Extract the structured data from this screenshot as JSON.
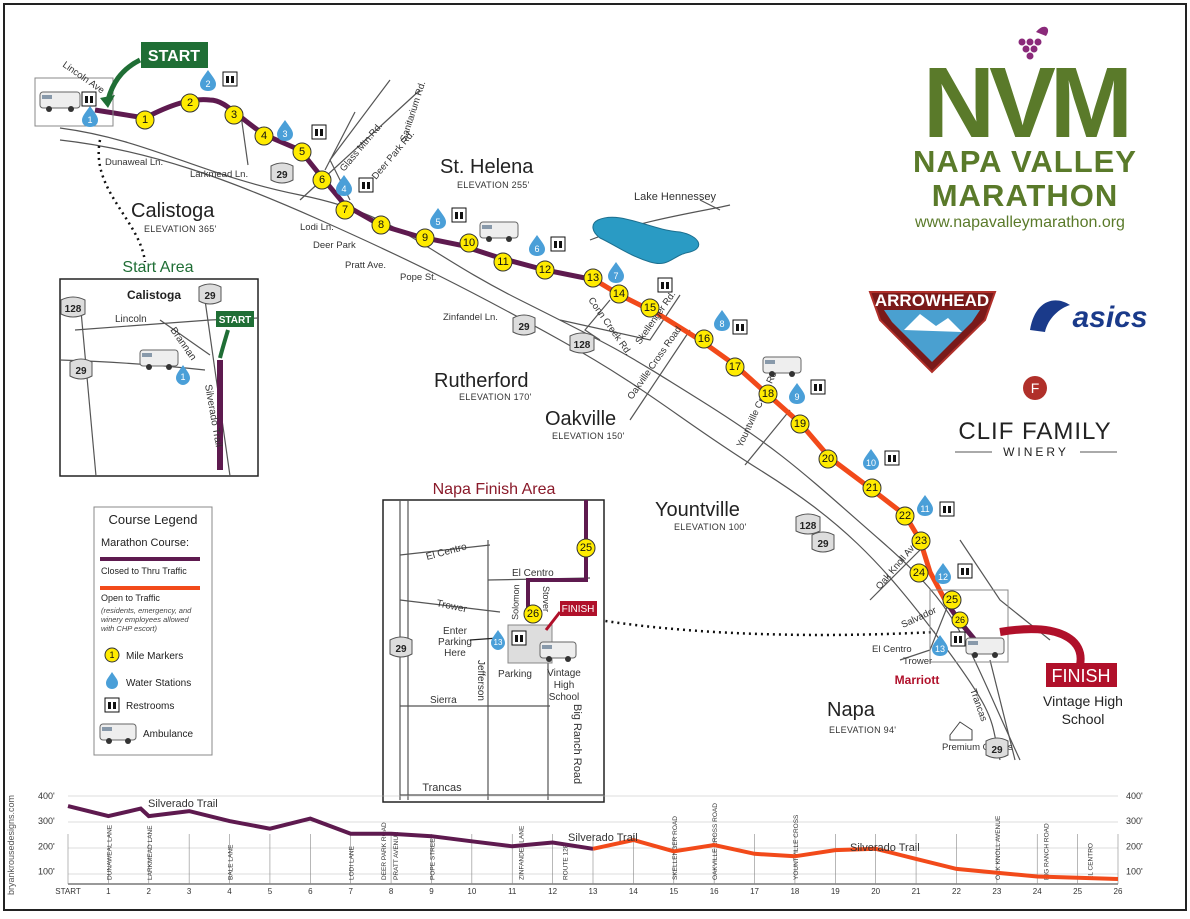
{
  "start_label": "START",
  "brand": {
    "logo_letters": "NVM",
    "line1": "NAPA VALLEY",
    "line2": "MARATHON",
    "url": "www.napavalleymarathon.org"
  },
  "sponsors": {
    "arrowhead": "ARROWHEAD",
    "asics": "asics",
    "clif_line1": "CLIF FAMILY",
    "clif_line2": "WINERY",
    "marriott": "Marriott"
  },
  "towns": [
    {
      "name": "Calistoga",
      "elev": "ELEVATION 365'"
    },
    {
      "name": "St. Helena",
      "elev": "ELEVATION 255'"
    },
    {
      "name": "Rutherford",
      "elev": "ELEVATION 170'"
    },
    {
      "name": "Oakville",
      "elev": "ELEVATION 150'"
    },
    {
      "name": "Yountville",
      "elev": "ELEVATION 100'"
    },
    {
      "name": "Napa",
      "elev": "ELEVATION 94'"
    }
  ],
  "lake": "Lake Hennessey",
  "streets": {
    "lincoln_ave": "Lincoln Ave",
    "dunaweal": "Dunaweal Ln.",
    "larkmead": "Larkmead Ln.",
    "glass_mtn": "Glass Mtn.Rd.",
    "deer_park_rd": "Deer Park Rd.",
    "sanitarium": "Sanitarium Rd.",
    "lodi": "Lodi Ln.",
    "deer_park": "Deer Park",
    "pratt": "Pratt Ave.",
    "pope": "Pope St.",
    "zinfandel": "Zinfandel Ln.",
    "conn_creek": "Conn Creek Rd.",
    "skellenger": "Skellenger Rd.",
    "oakville_cross": "Oakville Cross Road",
    "yountville_cross": "Yountville Cross Road",
    "oak_knoll": "Oak Knoll Ave.",
    "salvador": "Salvador",
    "el_centro": "El Centro",
    "trower": "Trower",
    "trancas": "Trancas",
    "premium_outlets": "Premium Outlets"
  },
  "shields": [
    "29",
    "29",
    "128",
    "128",
    "29",
    "29"
  ],
  "start_area": {
    "title": "Start Area",
    "town": "Calistoga",
    "start": "START",
    "lincoln": "Lincoln",
    "brannan": "Brannan",
    "silverado": "Silverado Trail",
    "shield_128": "128",
    "shield_29a": "29",
    "shield_29b": "29",
    "water_number": "1"
  },
  "finish_area": {
    "title": "Napa Finish Area",
    "el_centro_1": "El Centro",
    "el_centro_2": "El Centro",
    "trower": "Trower",
    "sierra": "Sierra",
    "trancas": "Trancas",
    "jefferson": "Jefferson",
    "solomon": "Solomon",
    "stover": "Stover",
    "big_ranch": "Big Ranch Road",
    "enter_parking": "Enter Parking Here",
    "parking": "Parking",
    "vintage": "Vintage High School",
    "finish": "FINISH",
    "shield_29": "29",
    "mile_25": "25",
    "mile_26": "26",
    "water_13": "13"
  },
  "finish_main": {
    "finish": "FINISH",
    "school": "Vintage High School"
  },
  "legend": {
    "title": "Course Legend",
    "marathon_course": "Marathon Course:",
    "closed": "Closed to Thru Traffic",
    "open": "Open to Traffic",
    "open_note": "(residents, emergency, and winery employees allowed with CHP escort)",
    "mile_markers": "Mile Markers",
    "water": "Water Stations",
    "restrooms": "Restrooms",
    "ambulance": "Ambulance",
    "sample_mile": "1"
  },
  "mile_markers": [
    "1",
    "2",
    "3",
    "4",
    "5",
    "6",
    "7",
    "8",
    "9",
    "10",
    "11",
    "12",
    "13",
    "14",
    "15",
    "16",
    "17",
    "18",
    "19",
    "20",
    "21",
    "22",
    "23",
    "24",
    "25",
    "26"
  ],
  "water_stations": [
    "1",
    "2",
    "3",
    "4",
    "5",
    "6",
    "7",
    "8",
    "9",
    "10",
    "11",
    "12",
    "13"
  ],
  "credit": "bryankrousedesigns.com",
  "elevation_profile": {
    "y_ticks": [
      "400'",
      "300'",
      "200'",
      "100'"
    ],
    "x_ticks": [
      "START",
      "1",
      "2",
      "3",
      "4",
      "5",
      "6",
      "7",
      "8",
      "9",
      "10",
      "11",
      "12",
      "13",
      "14",
      "15",
      "16",
      "17",
      "18",
      "19",
      "20",
      "21",
      "22",
      "23",
      "24",
      "25",
      "26"
    ],
    "road_labels": [
      "DUNAWEAL LANE",
      "LARKMEAD LANE",
      "BALE LANE",
      "LODI LANE",
      "DEER PARK ROAD",
      "PRATT AVENUE",
      "POPE STREET",
      "ZINFANDEL LANE",
      "ROUTE 128",
      "SKELLENGER ROAD",
      "OAKVILLE CROSS ROAD",
      "YOUNTVILLE CROSS",
      "OAK KNOLL AVENUE",
      "BIG RANCH ROAD",
      "EL CENTRO"
    ],
    "trail_labels": [
      "Silverado Trail",
      "Silverado Trail",
      "Silverado Trail"
    ]
  },
  "chart_data": {
    "type": "area",
    "title": "",
    "xlabel": "",
    "ylabel": "",
    "ylim": [
      50,
      400
    ],
    "x": [
      0,
      1,
      1.8,
      2,
      3,
      4,
      5,
      6,
      7,
      8,
      9,
      10,
      11,
      12,
      13,
      14,
      15,
      16,
      17,
      18,
      19,
      20,
      21,
      22,
      23,
      24,
      25,
      26
    ],
    "y": [
      360,
      320,
      350,
      320,
      340,
      300,
      270,
      310,
      250,
      250,
      240,
      220,
      200,
      215,
      190,
      225,
      180,
      205,
      170,
      160,
      185,
      190,
      150,
      110,
      95,
      80,
      75,
      70
    ],
    "series": [
      {
        "name": "Closed to Thru Traffic",
        "range": [
          0,
          13
        ]
      },
      {
        "name": "Open to Traffic",
        "range": [
          13,
          26
        ]
      }
    ]
  },
  "colors": {
    "course_closed": "#5e1a4f",
    "course_open": "#f24a1a",
    "mile_marker": "#ffeb00",
    "water": "#4a9fd8",
    "brand_green": "#5a7a2a",
    "brand_gold": "#b08d3a",
    "finish_red": "#b0102a"
  }
}
